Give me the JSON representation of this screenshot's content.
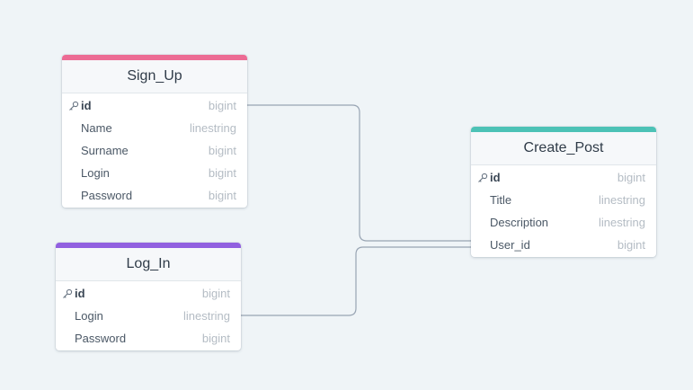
{
  "tables": {
    "signup": {
      "title": "Sign_Up",
      "accent": "#ec6b94",
      "columns": [
        {
          "name": "id",
          "type": "bigint",
          "primary_key": true
        },
        {
          "name": "Name",
          "type": "linestring"
        },
        {
          "name": "Surname",
          "type": "bigint"
        },
        {
          "name": "Login",
          "type": "bigint"
        },
        {
          "name": "Password",
          "type": "bigint"
        }
      ]
    },
    "login": {
      "title": "Log_In",
      "accent": "#9160e0",
      "columns": [
        {
          "name": "id",
          "type": "bigint",
          "primary_key": true
        },
        {
          "name": "Login",
          "type": "linestring"
        },
        {
          "name": "Password",
          "type": "bigint"
        }
      ]
    },
    "post": {
      "title": "Create_Post",
      "accent": "#4cc2b6",
      "columns": [
        {
          "name": "id",
          "type": "bigint",
          "primary_key": true
        },
        {
          "name": "Title",
          "type": "linestring"
        },
        {
          "name": "Description",
          "type": "linestring"
        },
        {
          "name": "User_id",
          "type": "bigint"
        }
      ]
    }
  },
  "relationships": [
    {
      "from": "Sign_Up.id",
      "to": "Create_Post.User_id"
    },
    {
      "from": "Log_In.Login",
      "to": "Create_Post.User_id"
    }
  ]
}
